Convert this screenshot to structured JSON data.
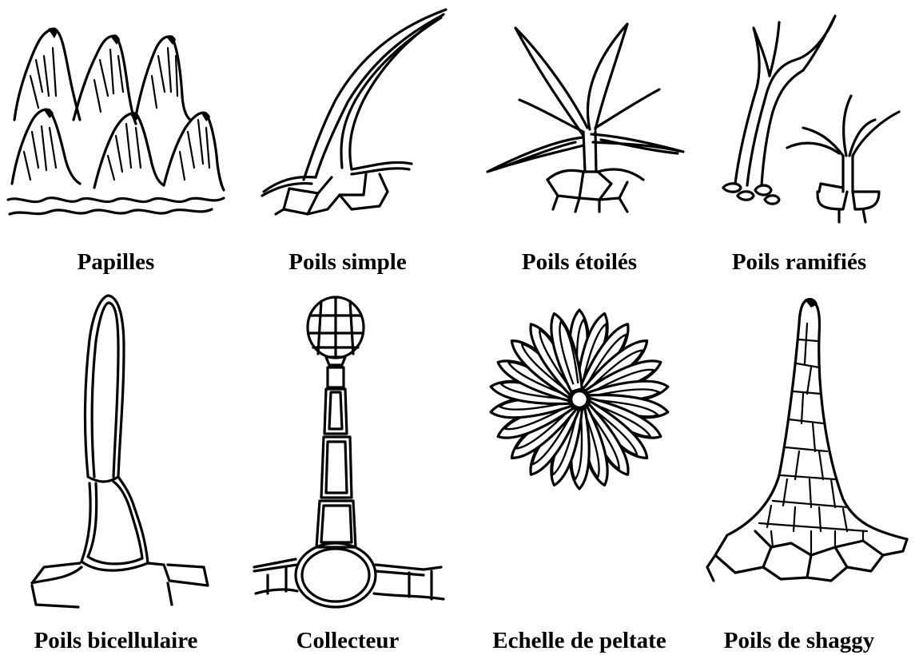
{
  "figures": [
    {
      "caption": "Papilles",
      "icon": "papillae-drawing"
    },
    {
      "caption": "Poils simple",
      "icon": "simple-hair-drawing"
    },
    {
      "caption": "Poils étoilés",
      "icon": "stellate-hair-drawing"
    },
    {
      "caption": "Poils ramifiés",
      "icon": "branched-hair-drawing"
    },
    {
      "caption": "Poils bicellulaire",
      "icon": "bicellular-hair-drawing"
    },
    {
      "caption": "Collecteur",
      "icon": "glandular-collector-drawing"
    },
    {
      "caption": "Echelle de peltate",
      "icon": "peltate-scale-drawing"
    },
    {
      "caption": "Poils de shaggy",
      "icon": "shaggy-hair-drawing"
    }
  ],
  "colors": {
    "line": "#000000",
    "background": "#ffffff"
  }
}
